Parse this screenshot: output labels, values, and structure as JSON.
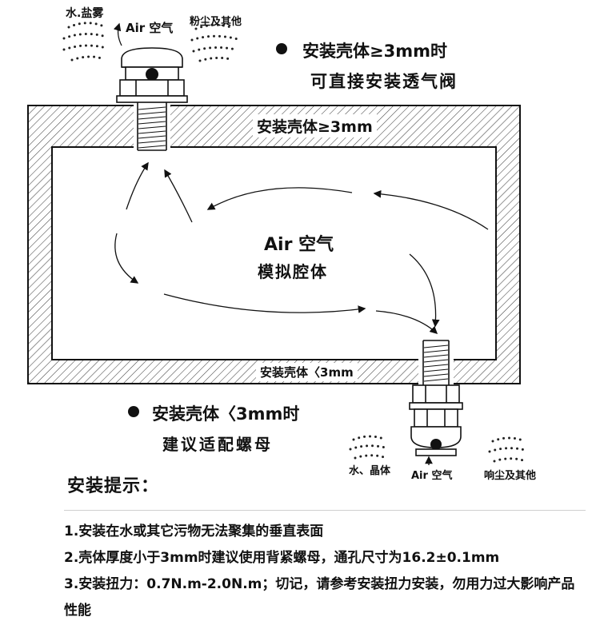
{
  "diagram": {
    "top_valve": {
      "label_water": "水.盐雾",
      "label_air": "Air 空气",
      "label_dust": "粉尘及其他"
    },
    "note_thick": {
      "line1": "安装壳体≥3mm时",
      "line2": "可直接安装透气阀"
    },
    "enclosure": {
      "top_wall_label": "安装壳体≥3mm",
      "chamber_air": "Air 空气",
      "chamber_name": "模拟腔体",
      "bottom_wall_label": "安装壳体〈3mm"
    },
    "note_thin": {
      "line1": "安装壳体〈3mm时",
      "line2": "建议适配螺母"
    },
    "bottom_valve": {
      "label_water": "水、晶体",
      "label_air": "Air 空气",
      "label_dust": "响尘及其他"
    },
    "colors": {
      "line": "#111111",
      "hatch": "#444444"
    }
  },
  "tips": {
    "title": "安装提示：",
    "items": [
      "1.安装在水或其它污物无法聚集的垂直表面",
      "2.壳体厚度小于3mm时建议使用背紧螺母，通孔尺寸为16.2±0.1mm",
      "3.安装扭力：0.7N.m-2.0N.m；切记，请参考安装扭力安装，勿用力过大影响产品性能"
    ]
  }
}
